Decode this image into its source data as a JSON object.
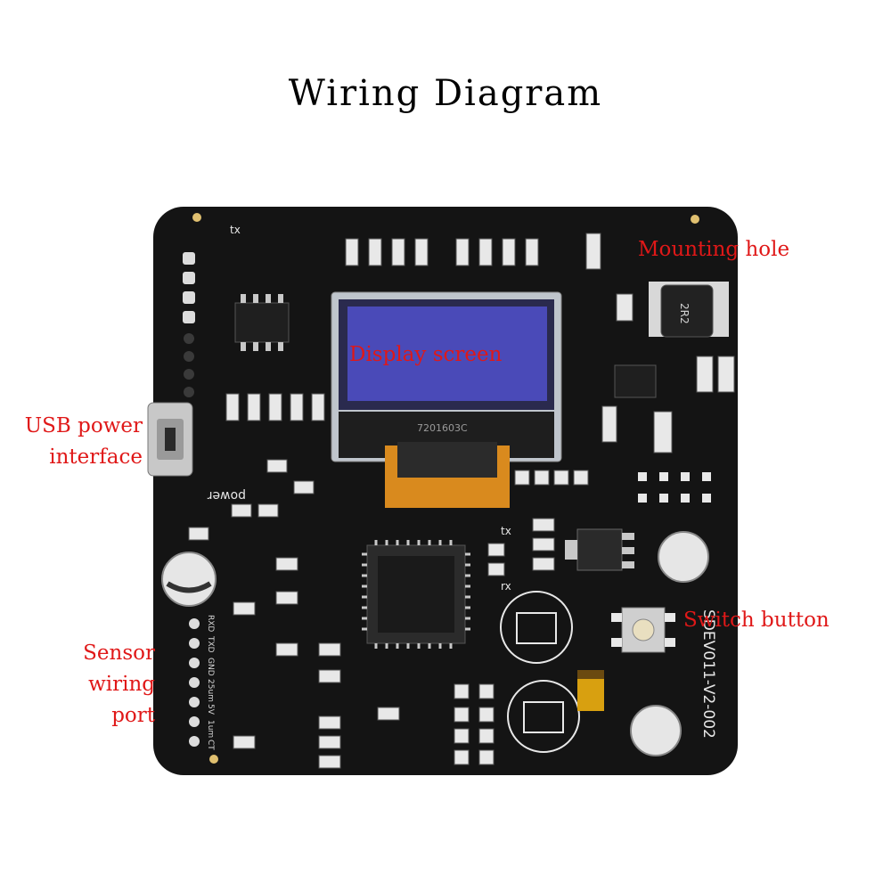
{
  "title": "Wiring Diagram",
  "labels": {
    "mounting_hole": "Mounting hole",
    "display_screen": "Display screen",
    "usb_line1": "USB power",
    "usb_line2": "interface",
    "switch_button": "Switch button",
    "sensor_line1": "Sensor",
    "sensor_line2": "wiring",
    "sensor_line3": "port"
  },
  "silkscreen": {
    "model": "SDEV011-V2-002",
    "power": "power",
    "tx": "tx",
    "rx": "rx",
    "display_code": "7201603C",
    "inductor": "2R2",
    "port_pins": [
      "RXD",
      "TXD",
      "GND",
      "25um",
      "5V",
      "1um",
      "CT"
    ]
  },
  "colors": {
    "board": "#141414",
    "label": "#e01818",
    "screen": "#4a4ab8",
    "flex": "#d98a1e",
    "pad": "#e8e8e8"
  }
}
